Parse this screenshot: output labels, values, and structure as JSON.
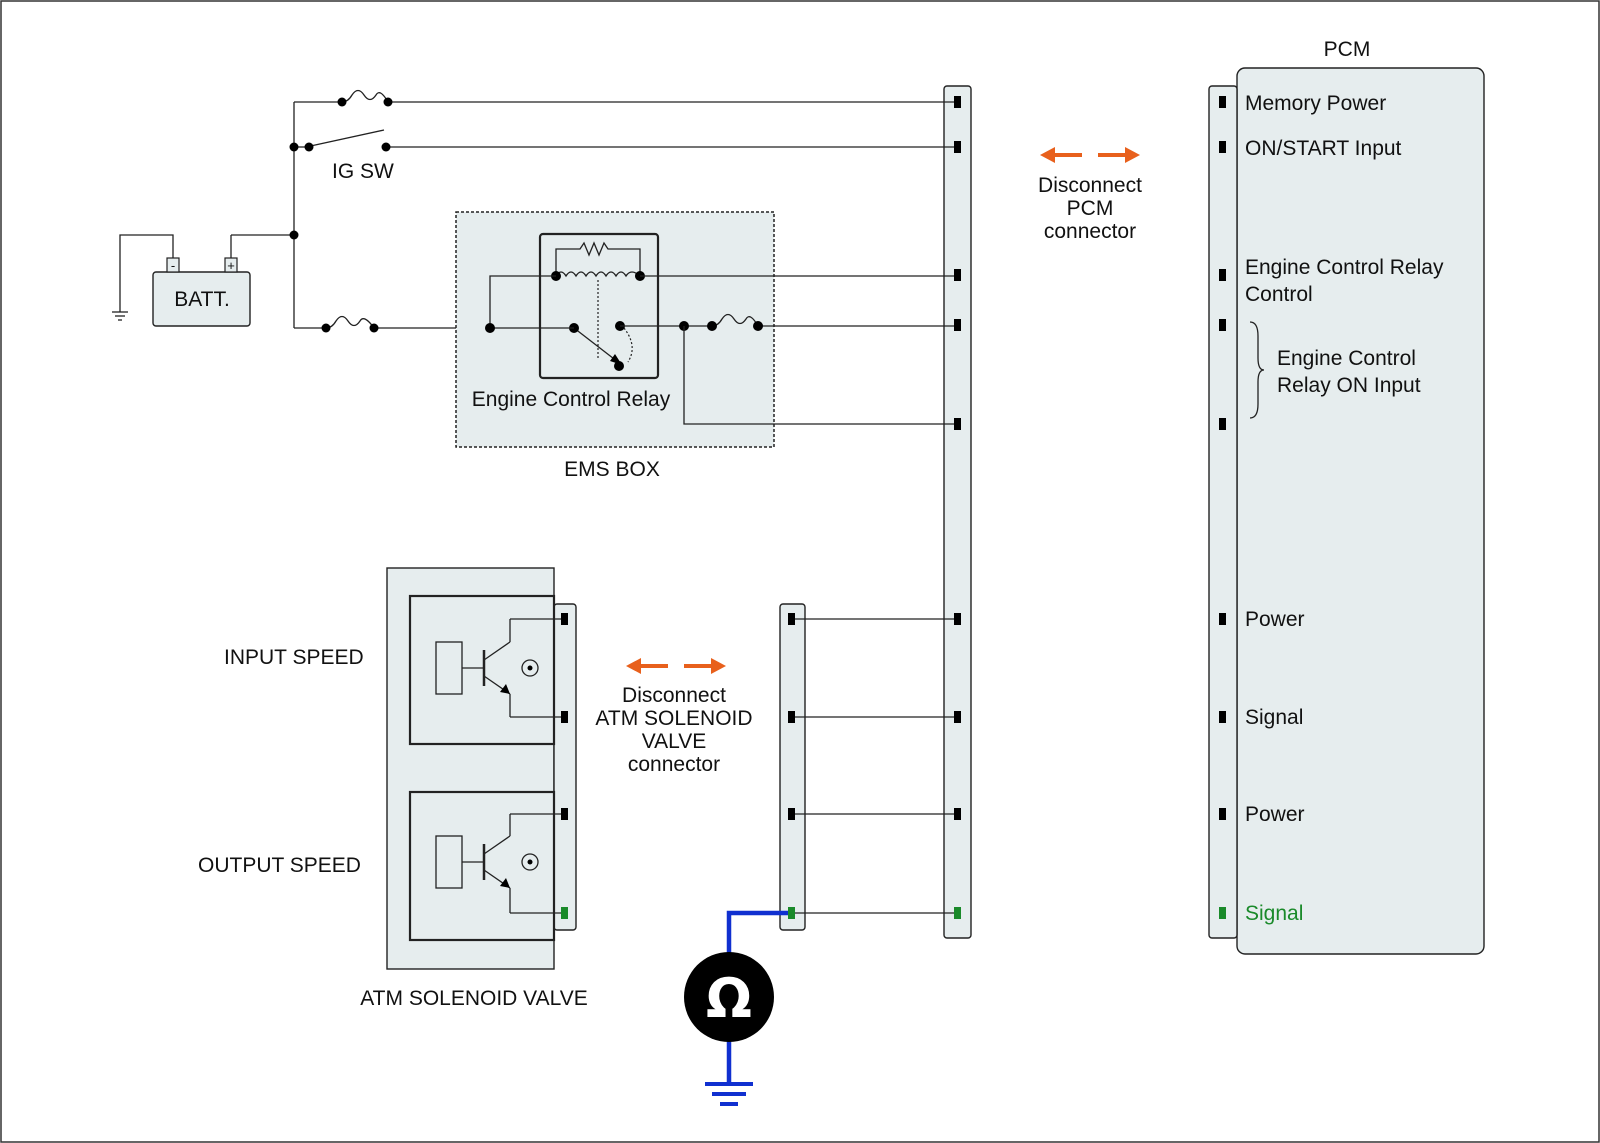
{
  "labels": {
    "pcm": "PCM",
    "memory_power": "Memory Power",
    "on_start_input": "ON/START  Input",
    "ecr_control_1": "Engine Control Relay",
    "ecr_control_2": "Control",
    "ecr_on_1": "Engine Control",
    "ecr_on_2": "Relay ON Input",
    "power_1": "Power",
    "signal_1": "Signal",
    "power_2": "Power",
    "signal_2": "Signal",
    "disconnect_pcm_1": "Disconnect",
    "disconnect_pcm_2": "PCM",
    "disconnect_pcm_3": "connector",
    "disconnect_atm_1": "Disconnect",
    "disconnect_atm_2": "ATM SOLENOID",
    "disconnect_atm_3": "VALVE",
    "disconnect_atm_4": "connector",
    "ig_sw": "IG SW",
    "batt": "BATT.",
    "batt_minus": "-",
    "batt_plus": "+",
    "engine_control_relay": "Engine Control Relay",
    "ems_box": "EMS BOX",
    "input_speed": "INPUT SPEED",
    "output_speed": "OUTPUT SPEED",
    "atm_solenoid_valve": "ATM SOLENOID VALVE",
    "ohm_symbol": "Ω"
  },
  "colors": {
    "arrow": "#e8601c",
    "highlight": "#1a8a2a",
    "probe_wire": "#1030d0",
    "panel": "#e6edee"
  }
}
